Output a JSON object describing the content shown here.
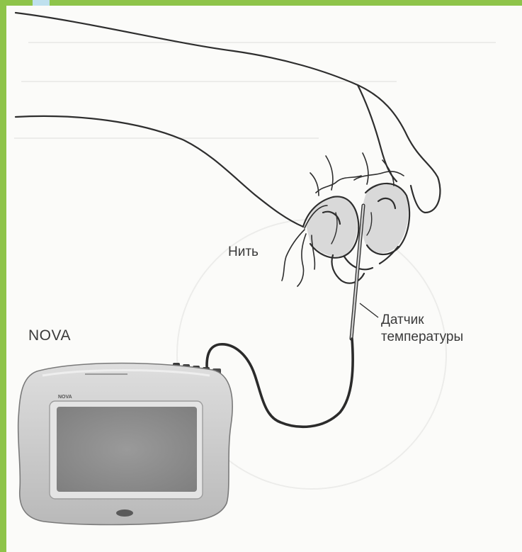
{
  "labels": {
    "thread": "Нить",
    "sensor_line1": "Датчик",
    "sensor_line2": "температуры",
    "device": "NOVA",
    "device_small": "NOVA"
  },
  "colors": {
    "accent_bar": "#8ec44a",
    "accent_square": "#bfe0ee",
    "ink": "#2e2e2e",
    "skin_shade": "#d9d9d9",
    "device_body": "#cfcfcf",
    "device_screen": "#8e8e8e",
    "background": "#fbfbf9"
  }
}
